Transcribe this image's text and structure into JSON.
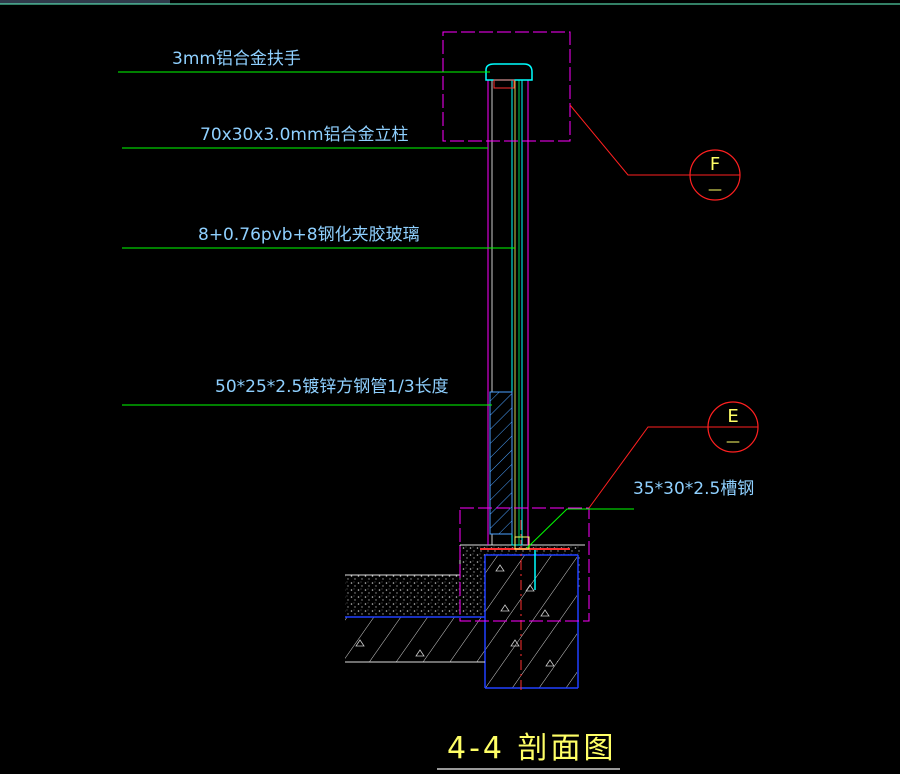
{
  "drawing": {
    "title": "4-4 剖面图",
    "labels": {
      "handrail": "3mm铝合金扶手",
      "post": "70x30x3.0mm铝合金立柱",
      "glass": "8+0.76pvb+8钢化夹胶玻璃",
      "steel_tube": "50*25*2.5镀锌方钢管1/3长度",
      "channel": "35*30*2.5槽钢"
    },
    "callouts": {
      "f": {
        "letter": "F",
        "sub": "—"
      },
      "e": {
        "letter": "E",
        "sub": "—"
      }
    },
    "colors": {
      "background": "#000000",
      "leader_lines": "#00ff00",
      "label_text": "#8fd0ff",
      "callout_circle": "#ff2020",
      "detail_box": "#ff00ff",
      "title_text": "#ffff66",
      "glass": "#00ffff",
      "concrete": "#aaaaaa",
      "waterproof": "#2040ff"
    }
  }
}
